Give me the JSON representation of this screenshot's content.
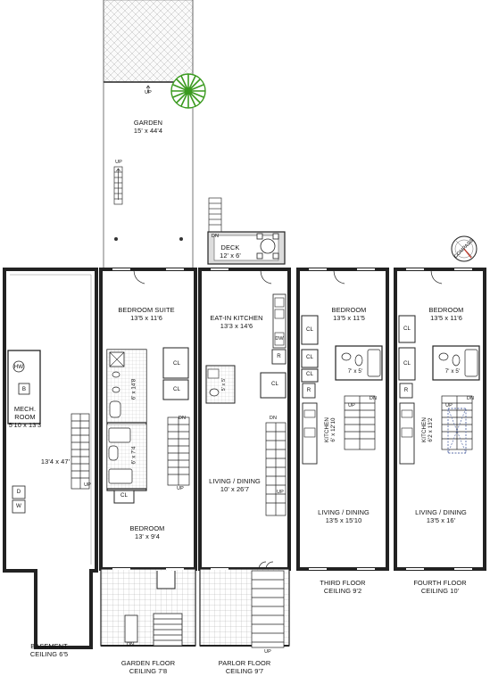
{
  "labels": {
    "garden_name": "GARDEN",
    "garden_dim": "15' x 44'4",
    "up1": "UP",
    "up2": "UP",
    "deck_name": "DECK",
    "deck_dim": "12' x 6'",
    "dn_deck": "DN",
    "compass": "COMPASS",
    "hw": "HW",
    "b": "B",
    "mech_name": "MECH.",
    "mech_room": "ROOM",
    "mech_dim": "5'10 x 13'3",
    "basement_dim": "13'4 x 47'",
    "d": "D",
    "w": "W",
    "up_basement": "UP",
    "basement_label": "BASEMENT",
    "basement_ceiling": "CEILING 6'5",
    "bedroom_suite": "BEDROOM SUITE",
    "bedroom_suite_dim": "13'5 x 11'6",
    "bath1_dim": "6' x 14'8",
    "bath2_dim": "6' x 7'4",
    "cl1": "CL",
    "cl2": "CL",
    "cl3": "CL",
    "dn_garden": "DN",
    "up_garden": "UP",
    "bedroom_g": "BEDROOM",
    "bedroom_g_dim": "13' x 9'4",
    "dn_garden_front": "DN",
    "garden_floor": "GARDEN FLOOR",
    "garden_ceiling": "CEILING 7'8",
    "eatin": "EAT-IN KITCHEN",
    "eatin_dim": "13'3 x 14'6",
    "dw": "DW",
    "r_parlor": "R",
    "bath_parlor": "5' x 5'",
    "cl_parlor": "CL",
    "dn_parlor": "DN",
    "up_parlor": "UP",
    "living_parlor": "LIVING / DINING",
    "living_parlor_dim": "10' x 26'7",
    "up_parlor_front": "UP",
    "parlor_floor": "PARLOR FLOOR",
    "parlor_ceiling": "CEILING 9'7",
    "bedroom3": "BEDROOM",
    "bedroom3_dim": "13'5 x 11'5",
    "cl3a": "CL",
    "cl3b": "CL",
    "cl3c": "CL",
    "r3": "R",
    "bath3_dim": "7' x 5'",
    "kitchen3": "KITCHEN",
    "kitchen3_dim": "6' x 12'10",
    "up3": "UP",
    "dn3": "DN",
    "living3": "LIVING / DINING",
    "living3_dim": "13'5 x 15'10",
    "third_floor": "THIRD FLOOR",
    "third_ceiling": "CEILING 9'2",
    "bedroom4": "BEDROOM",
    "bedroom4_dim": "13'5 x 11'6",
    "cl4a": "CL",
    "cl4b": "CL",
    "r4": "R",
    "bath4_dim": "7' x 5'",
    "kitchen4": "KITCHEN",
    "kitchen4_dim": "6'2 x 13'2",
    "up4": "UP",
    "dn4": "DN",
    "living4": "LIVING / DINING",
    "living4_dim": "13'5 x 16'",
    "fourth_floor": "FOURTH FLOOR",
    "fourth_ceiling": "CEILING 10'"
  },
  "colors": {
    "wall": "#222222",
    "floor_gray": "#f0f0f0",
    "tree": "#3a9a1f",
    "grid": "#9a9a9a"
  }
}
